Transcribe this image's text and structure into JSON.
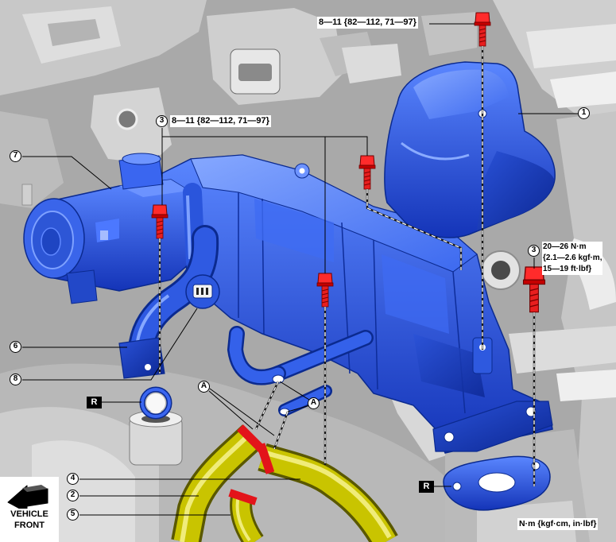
{
  "labels": {
    "torque_top": "8—11 {82—112, 71—97}",
    "torque_left": "8—11 {82—112, 71—97}",
    "torque_right": [
      "20—26 N·m",
      "{2.1—2.6 kgf·m,",
      "15—19 ft·lbf}"
    ],
    "vehicle_front": [
      "VEHICLE",
      "FRONT"
    ],
    "units": "N·m {kgf·cm, in·lbf}"
  },
  "callouts": [
    {
      "number": "1"
    },
    {
      "number": "3"
    },
    {
      "number": "7"
    },
    {
      "number": "6"
    },
    {
      "number": "8"
    },
    {
      "number": "3"
    },
    {
      "number": "4"
    },
    {
      "number": "2"
    },
    {
      "number": "5"
    }
  ],
  "markers": [
    {
      "letter": "A"
    },
    {
      "letter": "A"
    }
  ],
  "badges": [
    {
      "letter": "R"
    },
    {
      "letter": "R"
    }
  ]
}
